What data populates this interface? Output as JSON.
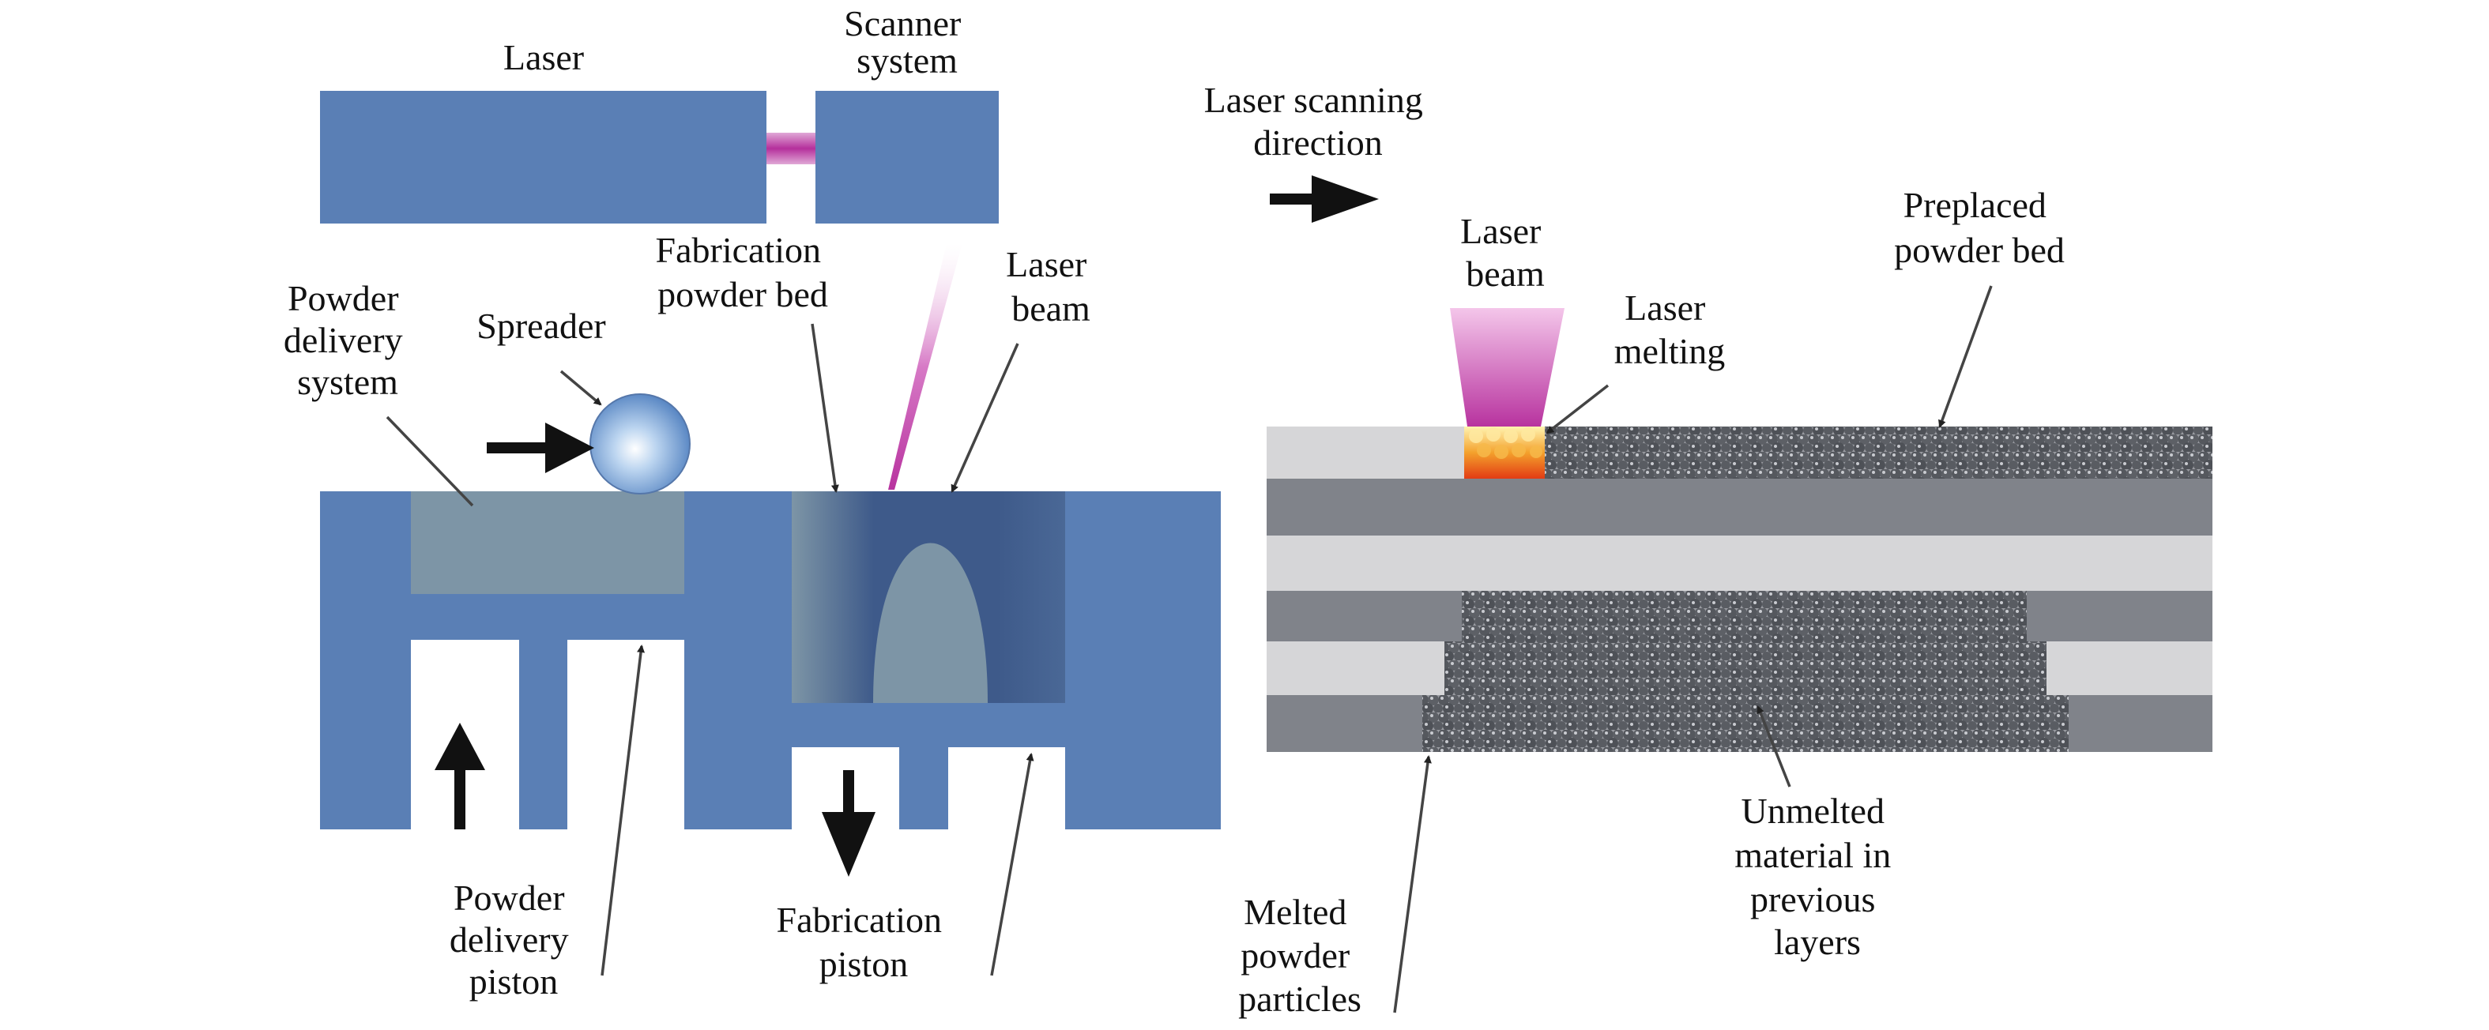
{
  "left_panel": {
    "labels": {
      "laser": "Laser",
      "scanner": [
        "Scanner",
        "system"
      ],
      "fab_powder_bed": [
        "Fabrication",
        "powder bed"
      ],
      "laser_beam": [
        "Laser",
        "beam"
      ],
      "powder_delivery_system": [
        "Powder",
        "delivery",
        "system"
      ],
      "spreader": "Spreader",
      "powder_delivery_piston": [
        "Powder",
        "delivery",
        "piston"
      ],
      "fabrication_piston": [
        "Fabrication",
        "piston"
      ]
    }
  },
  "right_panel": {
    "labels": {
      "scan_direction": [
        "Laser scanning",
        "direction"
      ],
      "laser_beam": [
        "Laser",
        "beam"
      ],
      "laser_melting": [
        "Laser",
        "melting"
      ],
      "preplaced_powder_bed": [
        "Preplaced",
        "powder bed"
      ],
      "unmelted_material": [
        "Unmelted",
        "material in",
        "previous",
        "layers"
      ],
      "melted_particles": [
        "Melted",
        "powder",
        "particles"
      ]
    }
  },
  "colors": {
    "machine_blue": "#5a7fb5",
    "powder_gray_blue": "#7d95a6",
    "part_dark_blue": "#3e5a8a",
    "beam_magenta": "#c24ab0",
    "layer_dark": "#80838a",
    "layer_light": "#d6d6d8",
    "particle": "#55585e"
  }
}
